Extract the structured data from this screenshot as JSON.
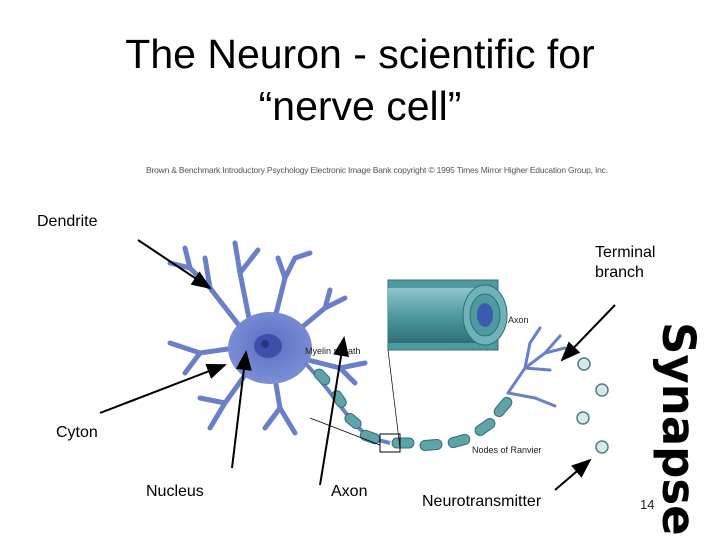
{
  "title": {
    "line1": "The Neuron - scientific for",
    "line2": "“nerve cell”"
  },
  "credit": "Brown & Benchmark Introductory Psychology Electronic Image Bank copyright © 1995 Times Mirror Higher Education Group, Inc.",
  "figure_labels": {
    "axon_tag": "Axon",
    "myelin": "Myelin sheath",
    "nodes": "Nodes of Ranvier"
  },
  "labels": {
    "dendrite": "Dendrite",
    "terminal_line1": "Terminal",
    "terminal_line2": "branch",
    "cyton": "Cyton",
    "nucleus": "Nucleus",
    "axon": "Axon",
    "neurotransmitter": "Neurotransmitter",
    "synapse": "Synapse"
  },
  "slide_number": "14",
  "colors": {
    "neuron": "#6a7fc9",
    "myelin": "#5fa3a8",
    "arrow": "#000000",
    "vesicle": "#d6e8ea"
  }
}
